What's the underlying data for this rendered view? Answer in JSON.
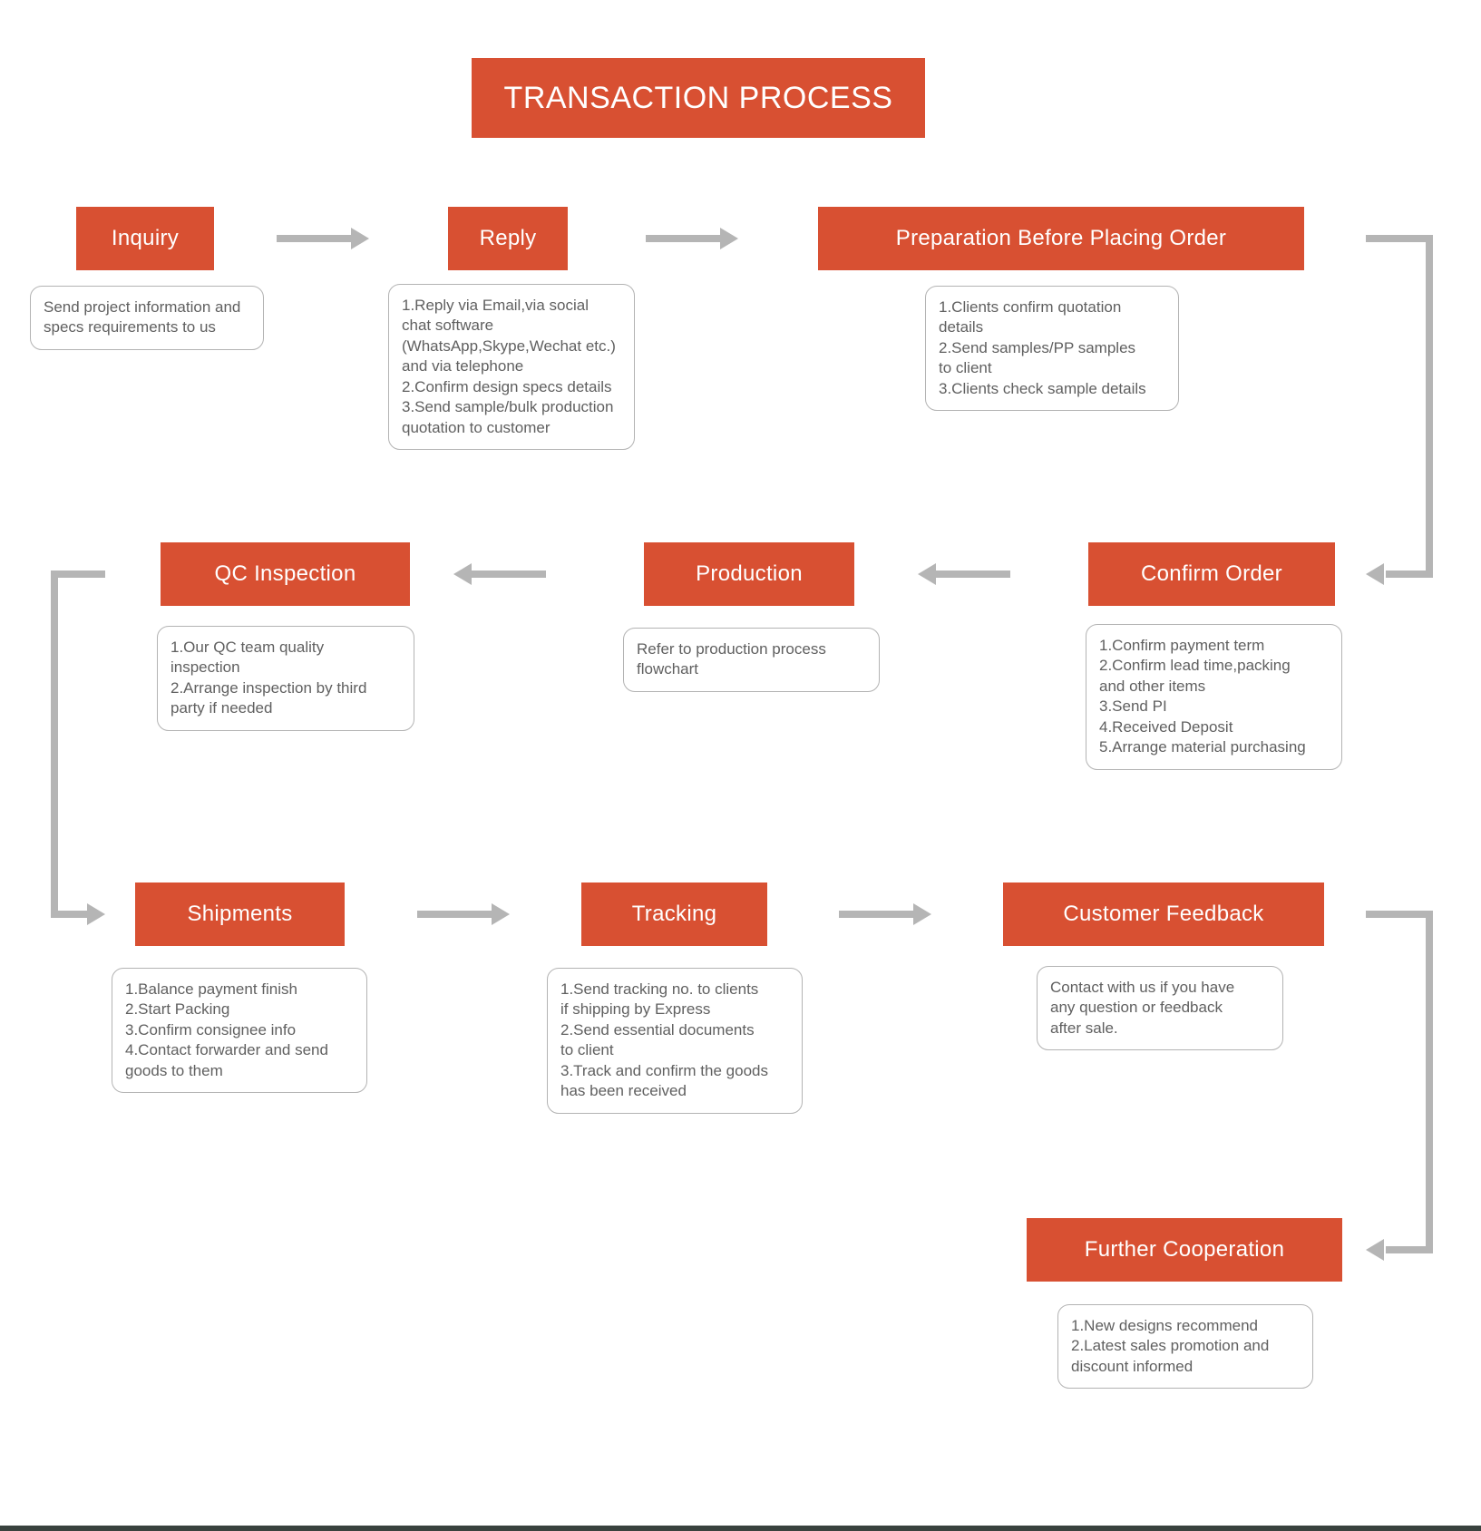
{
  "title": "TRANSACTION PROCESS",
  "colors": {
    "accent": "#d85032",
    "label_text": "#ffffff",
    "arrow": "#b5b5b5",
    "box_border": "#b3b3b3",
    "desc_text": "#606060",
    "footer_bar": "#39423e",
    "background": "#ffffff"
  },
  "nodes": {
    "inquiry": {
      "label": "Inquiry",
      "desc": "Send project information and\nspecs requirements to us"
    },
    "reply": {
      "label": "Reply",
      "desc": "1.Reply via Email,via social\nchat software\n(WhatsApp,Skype,Wechat etc.)\nand via telephone\n2.Confirm design specs details\n3.Send sample/bulk production\nquotation to customer"
    },
    "preparation": {
      "label": "Preparation Before Placing Order",
      "desc": "1.Clients confirm quotation\ndetails\n2.Send samples/PP samples\nto client\n3.Clients check sample details"
    },
    "confirm_order": {
      "label": "Confirm Order",
      "desc": "1.Confirm payment term\n2.Confirm lead time,packing\nand other items\n3.Send PI\n4.Received Deposit\n5.Arrange material purchasing"
    },
    "production": {
      "label": "Production",
      "desc": "Refer to production process\nflowchart"
    },
    "qc_inspection": {
      "label": "QC Inspection",
      "desc": "1.Our QC team quality\ninspection\n2.Arrange inspection by third\nparty if needed"
    },
    "shipments": {
      "label": "Shipments",
      "desc": "1.Balance payment finish\n2.Start Packing\n3.Confirm consignee info\n4.Contact forwarder and send\ngoods to them"
    },
    "tracking": {
      "label": "Tracking",
      "desc": "1.Send tracking no. to clients\nif shipping by Express\n2.Send essential documents\nto client\n3.Track and confirm the goods\nhas been received"
    },
    "customer_feedback": {
      "label": "Customer Feedback",
      "desc": "Contact with us if you have\nany question or feedback\nafter sale."
    },
    "further_cooperation": {
      "label": "Further Cooperation",
      "desc": "1.New designs recommend\n2.Latest sales promotion and\ndiscount informed"
    }
  },
  "flow": [
    "inquiry -> reply",
    "reply -> preparation",
    "preparation -> confirm_order",
    "confirm_order -> production",
    "production -> qc_inspection",
    "qc_inspection -> shipments",
    "shipments -> tracking",
    "tracking -> customer_feedback",
    "customer_feedback -> further_cooperation"
  ]
}
